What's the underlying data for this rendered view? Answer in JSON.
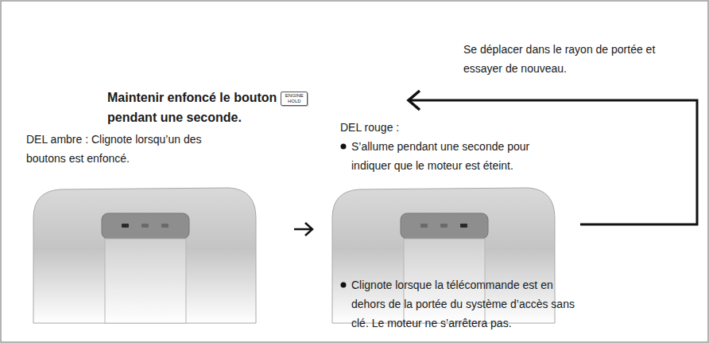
{
  "diagram": {
    "labels": [
      "Se déplacer dans le rayon de portée et essayer de nouveau.",
      "Maintenir enfoncé le bouton",
      "ENGINE HOLD",
      "pendant une seconde.",
      "DEL ambre : Clignote lorsqu’un des boutons est enfoncé.",
      "DEL rouge :",
      "S’allume pendant une seconde pour indiquer que le moteur est éteint.",
      "Clignote lorsque la télécommande est en dehors de la portée du système d’accès sans clé. Le moteur ne s’arrêtera pas."
    ]
  }
}
